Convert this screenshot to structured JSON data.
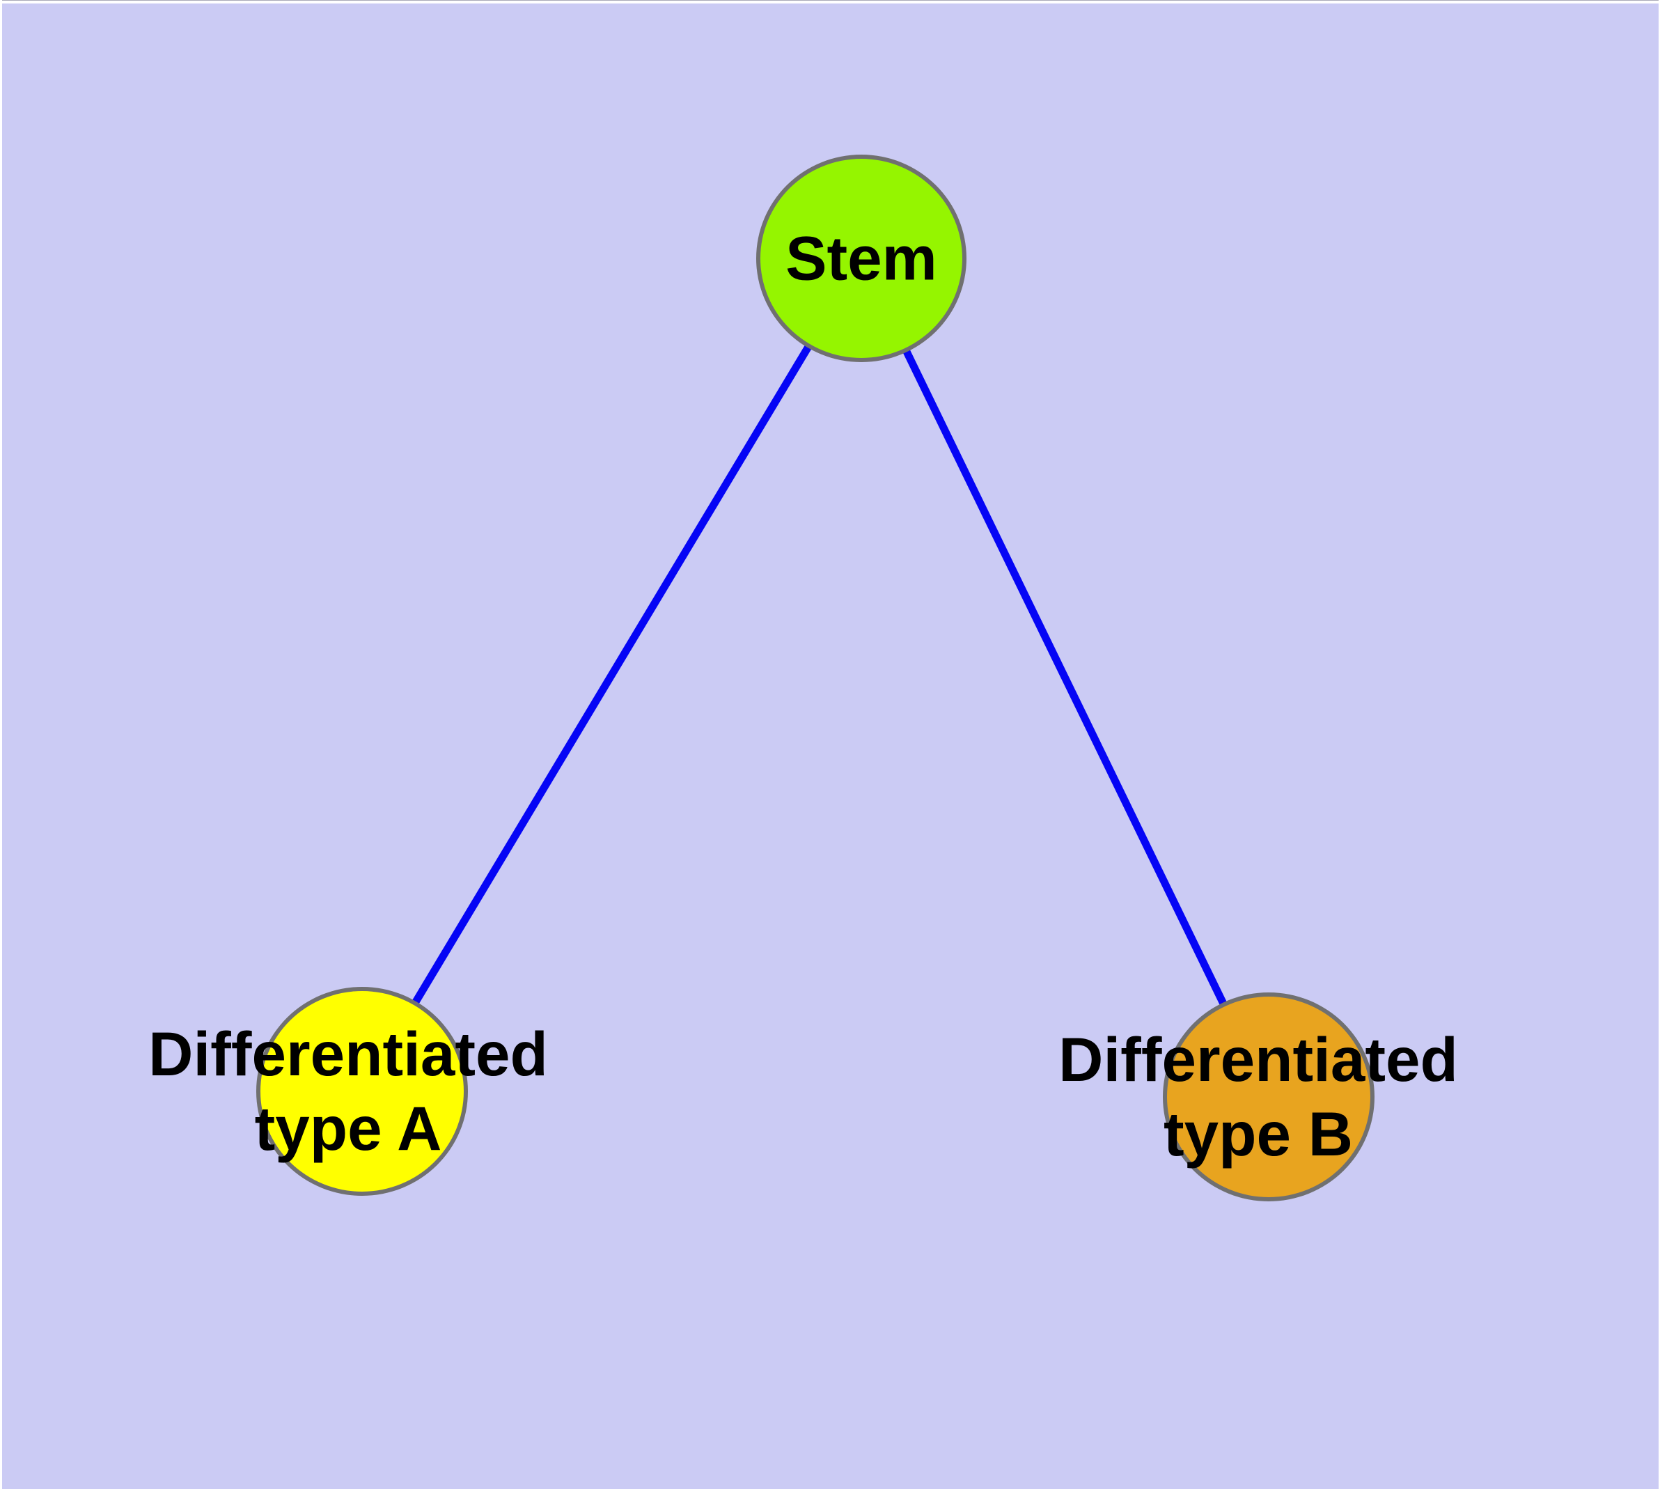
{
  "figure": {
    "background_color": "#cbcbf4",
    "frame_color": "#ffffff",
    "text_color": "#000000",
    "node_border_color": "#707070",
    "edge_color": "#0505f5"
  },
  "graph": {
    "nodes": [
      {
        "id": "stem",
        "label_lines": [
          "Stem"
        ],
        "fill": "#95f500"
      },
      {
        "id": "type-a",
        "label_lines": [
          "Differentiated",
          "type A"
        ],
        "fill": "#ffff00"
      },
      {
        "id": "type-b",
        "label_lines": [
          "Differentiated",
          "type B"
        ],
        "fill": "#e8a41f"
      }
    ],
    "edges": [
      {
        "from": "stem",
        "to": "type-a"
      },
      {
        "from": "stem",
        "to": "type-b"
      }
    ]
  }
}
